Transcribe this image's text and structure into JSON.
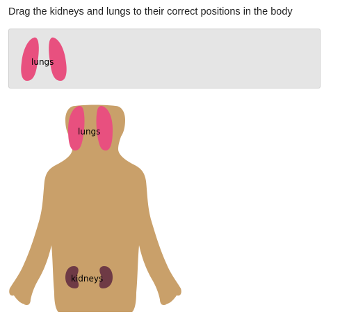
{
  "instruction": "Drag the kidneys and lungs to their correct positions in the body",
  "tray": {
    "lungs_label": "lungs"
  },
  "body": {
    "lungs_label": "lungs",
    "kidneys_label": "kidneys"
  },
  "colors": {
    "lungs": "#e8507f",
    "kidneys": "#6e3a45",
    "body": "#c9a06a",
    "tray": "#e5e5e5"
  }
}
